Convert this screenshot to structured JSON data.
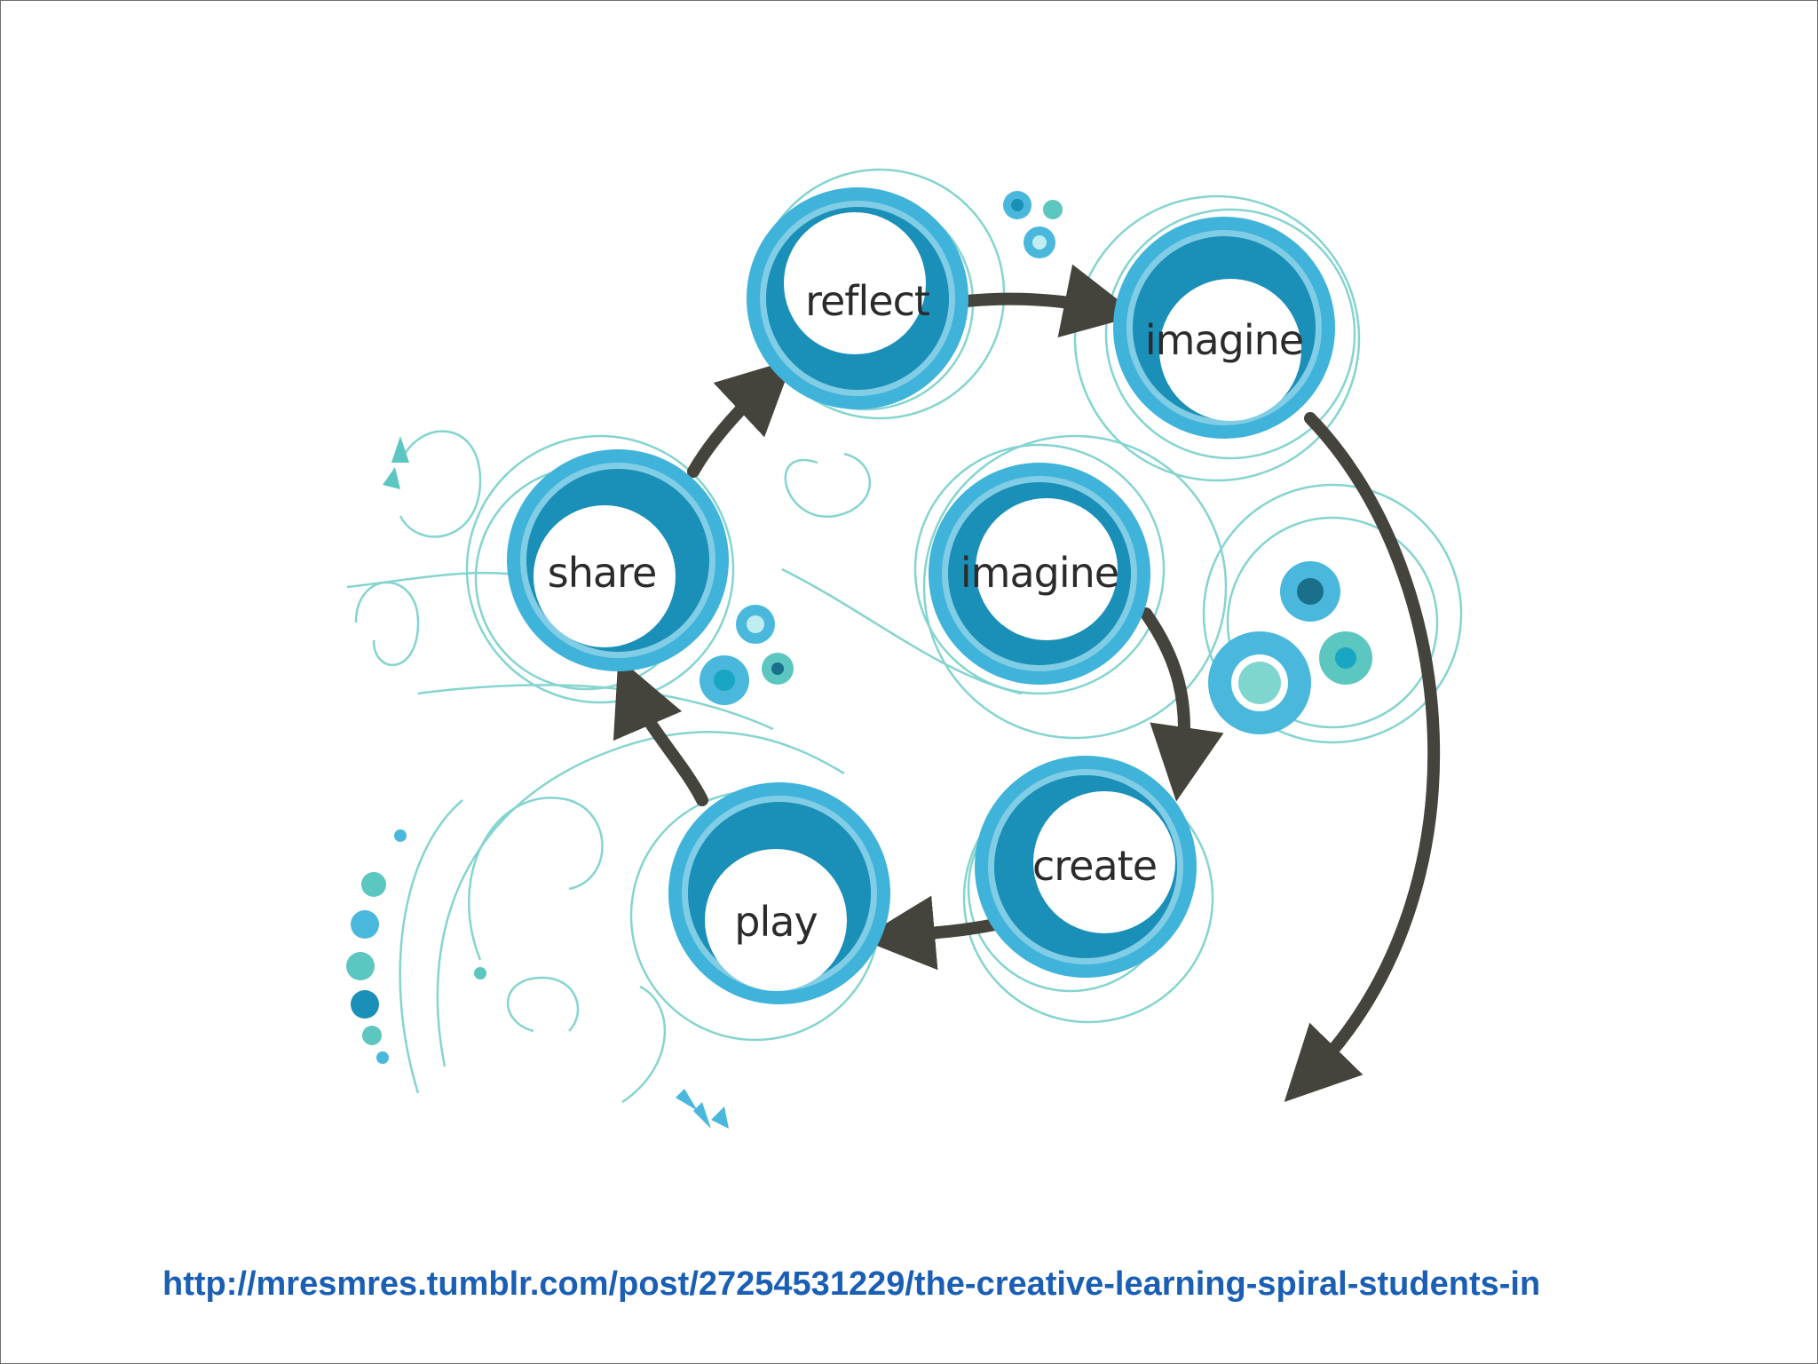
{
  "diagram": {
    "nodes": {
      "reflect": "reflect",
      "imagine_outer": "imagine",
      "share": "share",
      "imagine_center": "imagine",
      "play": "play",
      "create": "create"
    }
  },
  "colors": {
    "ring_light": "#3fb3d9",
    "ring_dark": "#1a8fb8",
    "arrow": "#45443c",
    "swirl": "#5cc6c0",
    "flower": "#49b8dc",
    "link": "#1a5fb4"
  },
  "source": {
    "url": "http://mresmres.tumblr.com/post/27254531229/the-creative-learning-spiral-students-in"
  }
}
